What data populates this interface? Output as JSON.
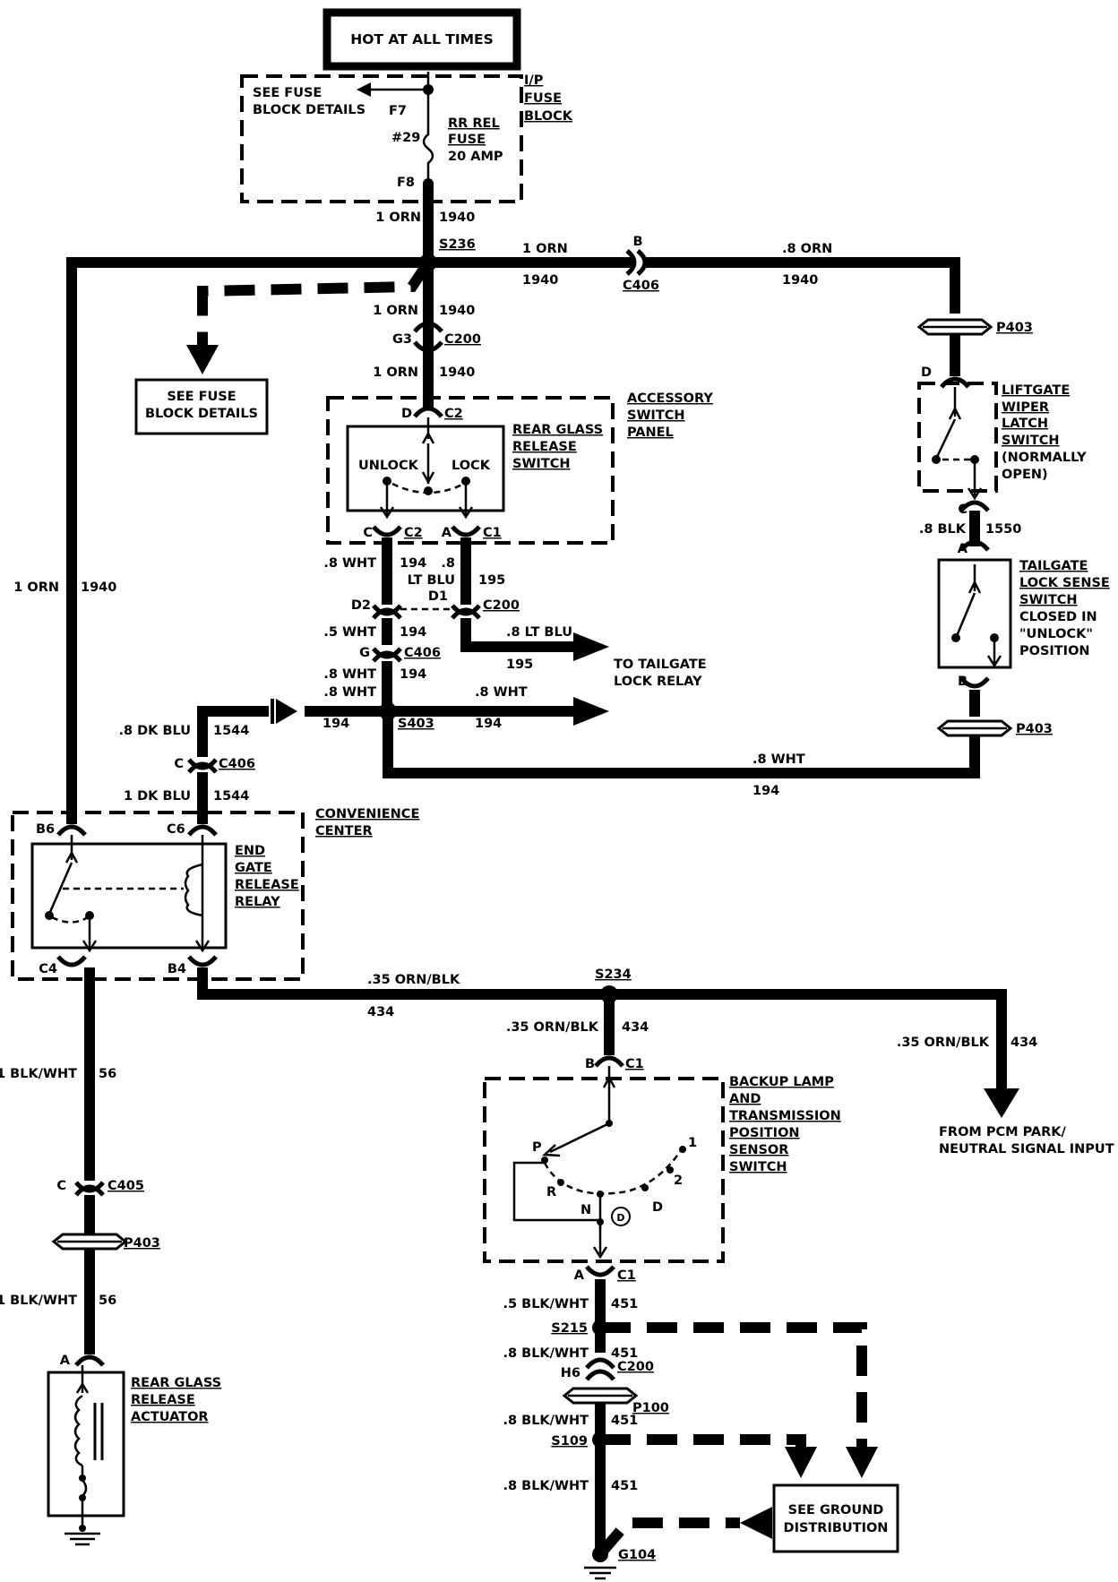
{
  "hot_box": "HOT AT ALL TIMES",
  "fuse_block": {
    "label": [
      "I/P",
      "FUSE",
      "BLOCK"
    ],
    "see_details": [
      "SEE FUSE",
      "BLOCK DETAILS"
    ],
    "f7": "F7",
    "f8": "F8",
    "fuse_no": "#29",
    "fuse_name": [
      "RR REL",
      "FUSE",
      "20 AMP"
    ]
  },
  "left_details": [
    "SEE FUSE",
    "BLOCK DETAILS"
  ],
  "splices": {
    "s236": "S236",
    "s403": "S403",
    "s234": "S234",
    "s215": "S215",
    "s109": "S109"
  },
  "ground": "G104",
  "wires": {
    "orn1": "1 ORN",
    "orn08": ".8  ORN",
    "n1940": "1940",
    "wht08": ".8 WHT",
    "wht05": ".5 WHT",
    "n194": "194",
    "lt08": ".8",
    "ltblu": "LT BLU",
    "ltblu08": ".8 LT BLU",
    "n195": "195",
    "dkblu08": ".8 DK BLU",
    "dkblu1": "1 DK BLU",
    "n1544": "1544",
    "ornblk035": ".35 ORN/BLK",
    "n434": "434",
    "blkwht1": "1 BLK/WHT",
    "n56": "56",
    "blkwht05": ".5 BLK/WHT",
    "blkwht08": ".8 BLK/WHT",
    "n451": "451",
    "blk08": ".8 BLK",
    "n1550": "1550",
    "orn1_sp": "1  ORN",
    "wht08_sp": ".8  WHT"
  },
  "connectors": {
    "c406": "C406",
    "c200": "C200",
    "c2": "C2",
    "c1": "C1",
    "c405": "C405",
    "p403": "P403",
    "p100": "P100",
    "b": "B",
    "g3": "G3",
    "d": "D",
    "c": "C",
    "a": "A",
    "d2": "D2",
    "d1": "D1",
    "g": "G",
    "h6": "H6",
    "b6": "B6",
    "c6": "C6",
    "c4": "C4",
    "b4": "B4"
  },
  "accessory_panel": {
    "label": [
      "ACCESSORY",
      "SWITCH",
      "PANEL"
    ],
    "switch": [
      "REAR GLASS",
      "RELEASE",
      "SWITCH"
    ],
    "unlock": "UNLOCK",
    "lock": "LOCK"
  },
  "to_tailgate": [
    "TO TAILGATE",
    "LOCK RELAY"
  ],
  "liftgate_switch": [
    "LIFTGATE",
    "WIPER",
    "LATCH",
    "SWITCH",
    "(NORMALLY",
    "OPEN)"
  ],
  "tailgate_switch": [
    "TAILGATE",
    "LOCK SENSE",
    "SWITCH",
    "CLOSED IN",
    "\"UNLOCK\"",
    "POSITION"
  ],
  "convenience": {
    "label": [
      "CONVENIENCE",
      "CENTER"
    ],
    "relay": [
      "END",
      "GATE",
      "RELEASE",
      "RELAY"
    ]
  },
  "backup_switch": {
    "label": [
      "BACKUP LAMP",
      "AND",
      "TRANSMISSION",
      "POSITION",
      "SENSOR",
      "SWITCH"
    ],
    "positions": {
      "p": "P",
      "r": "R",
      "n": "N",
      "d": "D",
      "two": "2",
      "one": "1",
      "od": "D"
    }
  },
  "pcm": [
    "FROM PCM PARK/",
    "NEUTRAL SIGNAL INPUT"
  ],
  "actuator": [
    "REAR GLASS",
    "RELEASE",
    "ACTUATOR"
  ],
  "ground_dist": [
    "SEE GROUND",
    "DISTRIBUTION"
  ]
}
